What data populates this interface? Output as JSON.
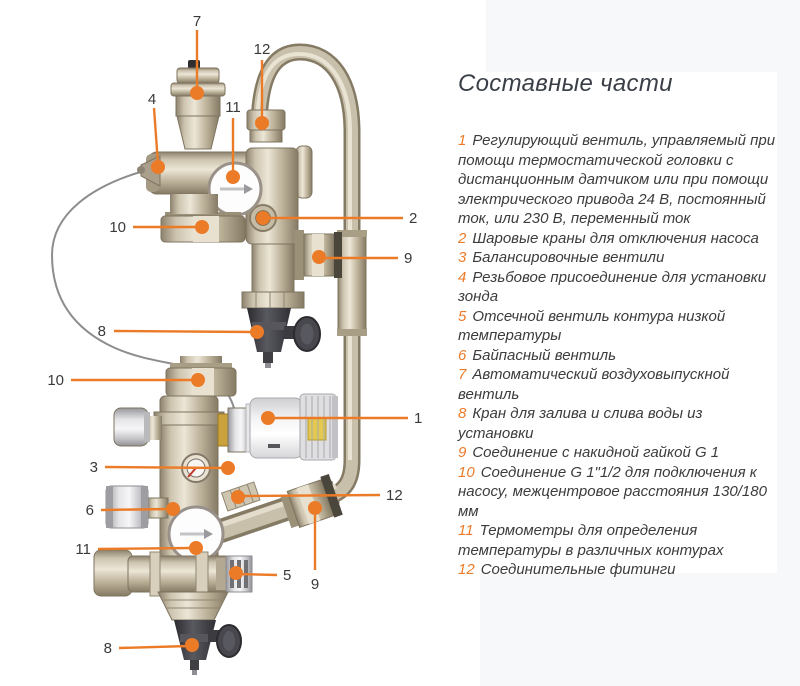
{
  "legend": {
    "title": "Составные части",
    "accent_color": "#ec7b28",
    "items": [
      {
        "num": "1",
        "text": "Регулирующий вентиль, управляемый при помощи термостатической головки с дистанционным датчиком или при помощи электрического привода 24 В, постоянный ток, или 230 В, переменный ток"
      },
      {
        "num": "2",
        "text": "Шаровые краны для отключения насоса"
      },
      {
        "num": "3",
        "text": "Балансировочные вентили"
      },
      {
        "num": "4",
        "text": "Резьбовое присоединение для установки зонда"
      },
      {
        "num": "5",
        "text": "Отсечной вентиль контура низкой температуры"
      },
      {
        "num": "6",
        "text": "Байпасный вентиль"
      },
      {
        "num": "7",
        "text": "Автоматический воздуховыпускной вентиль"
      },
      {
        "num": "8",
        "text": "Кран для залива и слива воды из установки"
      },
      {
        "num": "9",
        "text": "Соединение с накидной гайкой G 1"
      },
      {
        "num": "10",
        "text": "Соединение G 1\"1/2 для подключения к насосу, межцентровое расстояния 130/180 мм"
      },
      {
        "num": "11",
        "text": "Термометры для определения температуры в различных контурах"
      },
      {
        "num": "12",
        "text": "Соединительные фитинги"
      }
    ]
  },
  "diagram": {
    "callouts": [
      {
        "num": "7"
      },
      {
        "num": "12"
      },
      {
        "num": "4"
      },
      {
        "num": "11"
      },
      {
        "num": "10"
      },
      {
        "num": "2"
      },
      {
        "num": "9"
      },
      {
        "num": "8"
      },
      {
        "num": "10"
      },
      {
        "num": "1"
      },
      {
        "num": "3"
      },
      {
        "num": "12"
      },
      {
        "num": "6"
      },
      {
        "num": "11"
      },
      {
        "num": "5"
      },
      {
        "num": "9"
      },
      {
        "num": "8"
      }
    ]
  }
}
